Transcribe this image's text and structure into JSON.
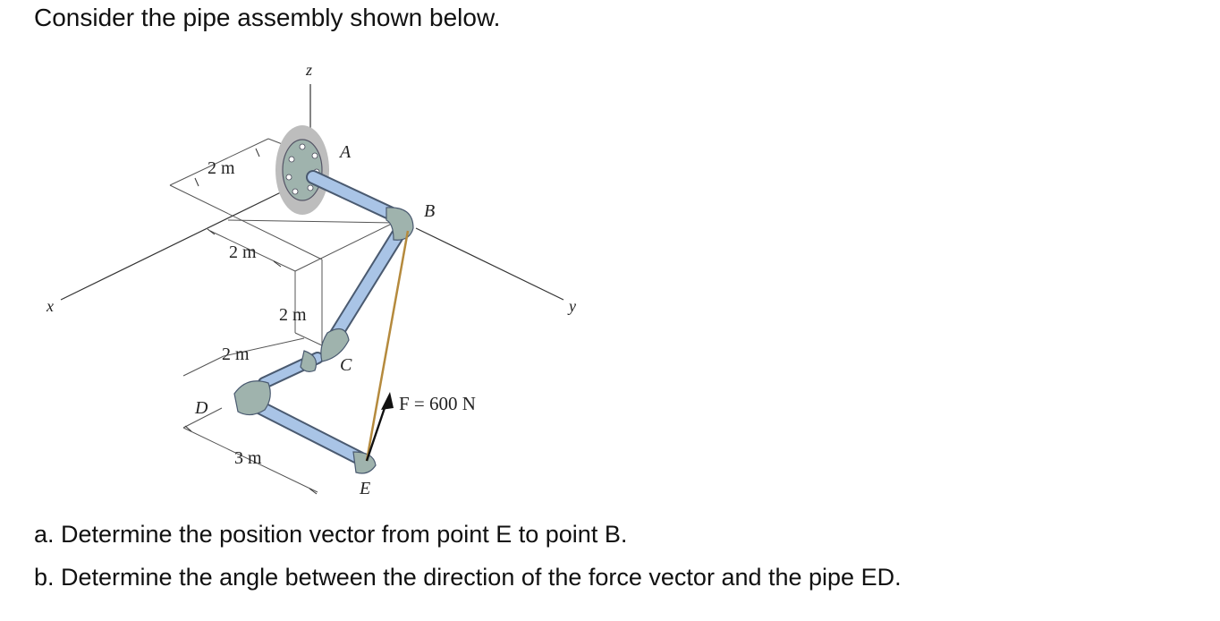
{
  "prompt": "Consider the pipe assembly shown below.",
  "figure": {
    "axis_labels": {
      "z": "z",
      "x": "x",
      "y": "y"
    },
    "point_labels": {
      "A": "A",
      "B": "B",
      "C": "C",
      "D": "D",
      "E": "E"
    },
    "dimension_labels": {
      "top_2m": "2 m",
      "mid_2m": "2 m",
      "vertical_2m": "2 m",
      "lower_2m": "2 m",
      "bottom_3m": "3 m"
    },
    "force_label": "F = 600 N",
    "colors": {
      "pipe": "#a9c4e6",
      "fitting": "#9fb3ad",
      "wall_shadow": "#bdbdbd",
      "cable": "#b58a3d"
    }
  },
  "questions": {
    "a": "a. Determine the position vector from point E to point B.",
    "b": "b. Determine the angle between the direction of the force vector and the pipe ED."
  }
}
